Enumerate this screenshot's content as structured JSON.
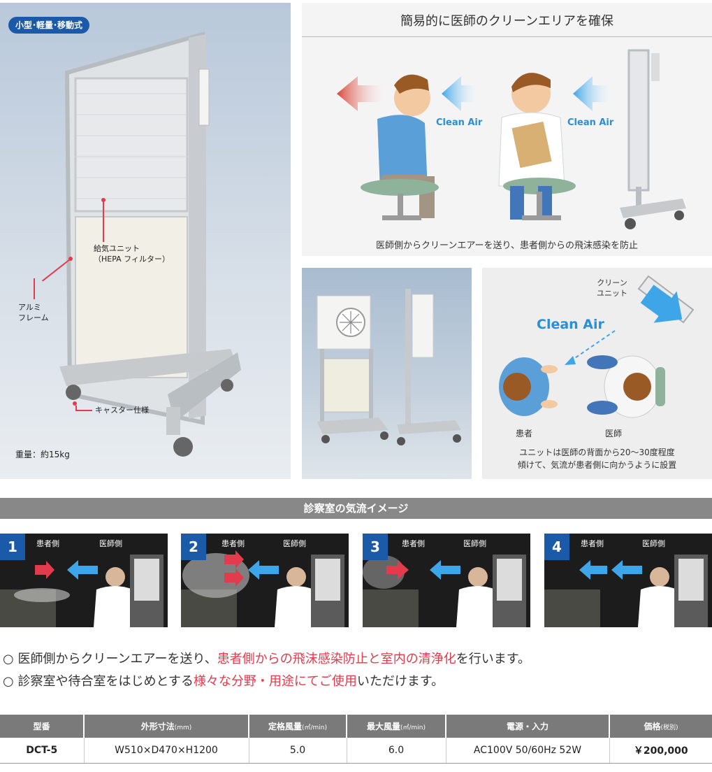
{
  "hero": {
    "badge": "小型･軽量･移動式",
    "callout_filter": "給気ユニット\n（HEPA フィルター）",
    "callout_frame": "アルミ\nフレーム",
    "callout_caster": "キャスター仕様",
    "weight": "重量：約15kg"
  },
  "illustration": {
    "title": "簡易的に医師のクリーンエリアを確保",
    "clean_air_left": "Clean Air",
    "clean_air_right": "Clean Air",
    "caption": "医師側からクリーンエアーを送り、患者側からの飛沫感染を防止"
  },
  "diagram": {
    "unit_label": "クリーン\nユニット",
    "clean_air": "Clean Air",
    "patient": "患者",
    "doctor": "医師",
    "note": "ユニットは医師の背面から20～30度程度\n傾けて、気流が患者側に向かうように設置"
  },
  "section_title": "診察室の気流イメージ",
  "steps": [
    {
      "num": "1",
      "patient_side": "患者側",
      "doctor_side": "医師側"
    },
    {
      "num": "2",
      "patient_side": "患者側",
      "doctor_side": "医師側"
    },
    {
      "num": "3",
      "patient_side": "患者側",
      "doctor_side": "医師側"
    },
    {
      "num": "4",
      "patient_side": "患者側",
      "doctor_side": "医師側"
    }
  ],
  "bullets": [
    {
      "mark": "○",
      "pre": "医師側からクリーンエアーを送り、",
      "highlight": "患者側からの飛沫感染防止と室内の清浄化",
      "post": "を行います。"
    },
    {
      "mark": "○",
      "pre": "診察室や待合室をはじめとする",
      "highlight": "様々な分野・用途にてご使用",
      "post": "いただけます。"
    }
  ],
  "spec_table": {
    "headers": [
      {
        "label": "型番",
        "unit": ""
      },
      {
        "label": "外形寸法",
        "unit": "(mm)"
      },
      {
        "label": "定格風量",
        "unit": "(㎥/min)"
      },
      {
        "label": "最大風量",
        "unit": "(㎥/min)"
      },
      {
        "label": "電源・入力",
        "unit": ""
      },
      {
        "label": "価格",
        "unit": "(税別)"
      }
    ],
    "row": {
      "model": "DCT-5",
      "dimensions": "W510×D470×H1200",
      "rated_airflow": "5.0",
      "max_airflow": "6.0",
      "power": "AC100V 50/60Hz 52W",
      "price": "￥200,000"
    }
  },
  "colors": {
    "brand_blue": "#1a5aa8",
    "highlight_red": "#e23b4b",
    "clean_air_blue": "#2a8fd6",
    "header_gray": "#7a7a7a"
  }
}
